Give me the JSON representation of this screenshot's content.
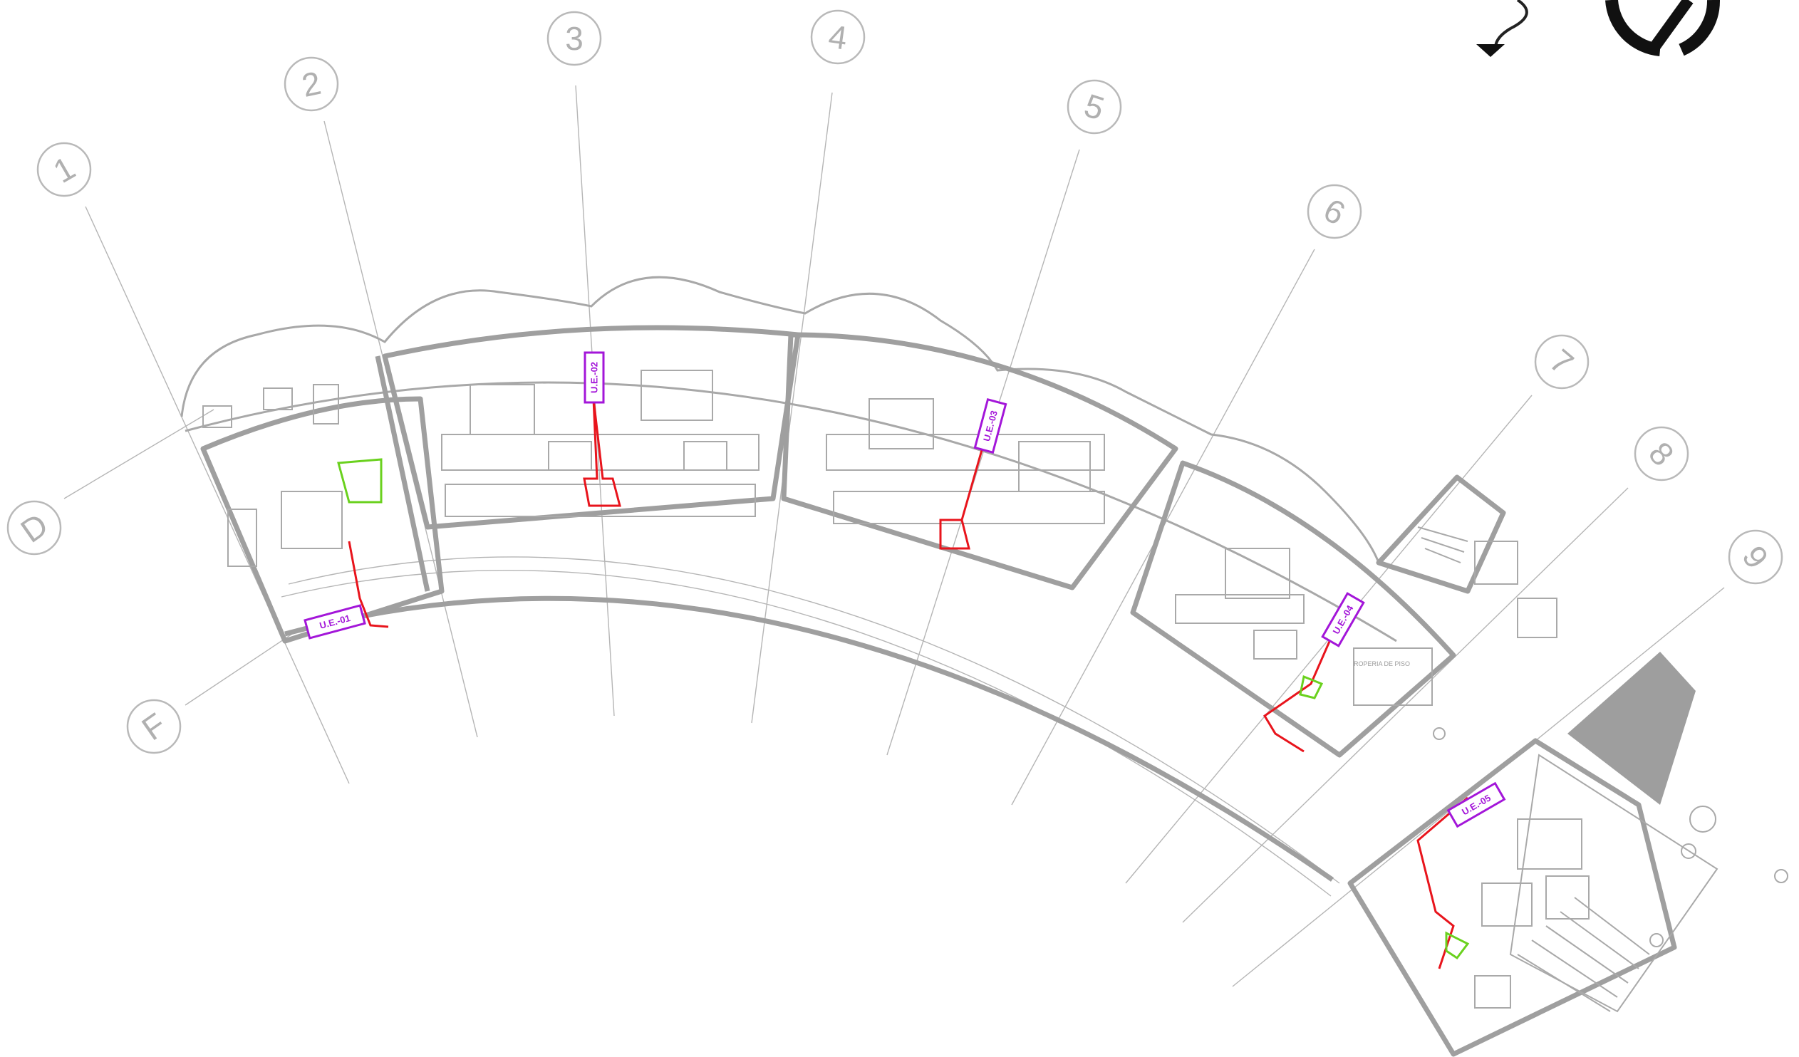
{
  "grid_axes": [
    {
      "id": "axis-1",
      "label": "1"
    },
    {
      "id": "axis-2",
      "label": "2"
    },
    {
      "id": "axis-3",
      "label": "3"
    },
    {
      "id": "axis-4",
      "label": "4"
    },
    {
      "id": "axis-5",
      "label": "5"
    },
    {
      "id": "axis-6",
      "label": "6"
    },
    {
      "id": "axis-7",
      "label": "7"
    },
    {
      "id": "axis-8",
      "label": "8"
    },
    {
      "id": "axis-9",
      "label": "9"
    },
    {
      "id": "axis-D",
      "label": "D"
    },
    {
      "id": "axis-F",
      "label": "F"
    }
  ],
  "unit_tags": [
    {
      "id": "ue-01",
      "label": "U.E.-01"
    },
    {
      "id": "ue-02",
      "label": "U.E.-02"
    },
    {
      "id": "ue-03",
      "label": "U.E.-03"
    },
    {
      "id": "ue-04",
      "label": "U.E.-04"
    },
    {
      "id": "ue-05",
      "label": "U.E.-05"
    }
  ],
  "room_labels": {
    "ropa_piso": "ROPERIA DE PISO"
  },
  "colors": {
    "walls": "#9f9f9f",
    "grid": "#b5b5b5",
    "plumbing": "#e8141c",
    "fixture_green": "#6ad11e",
    "unit_tag": "#a316d9"
  },
  "icons": {
    "north": "north-arrow-icon",
    "section": "section-direction-icon"
  }
}
